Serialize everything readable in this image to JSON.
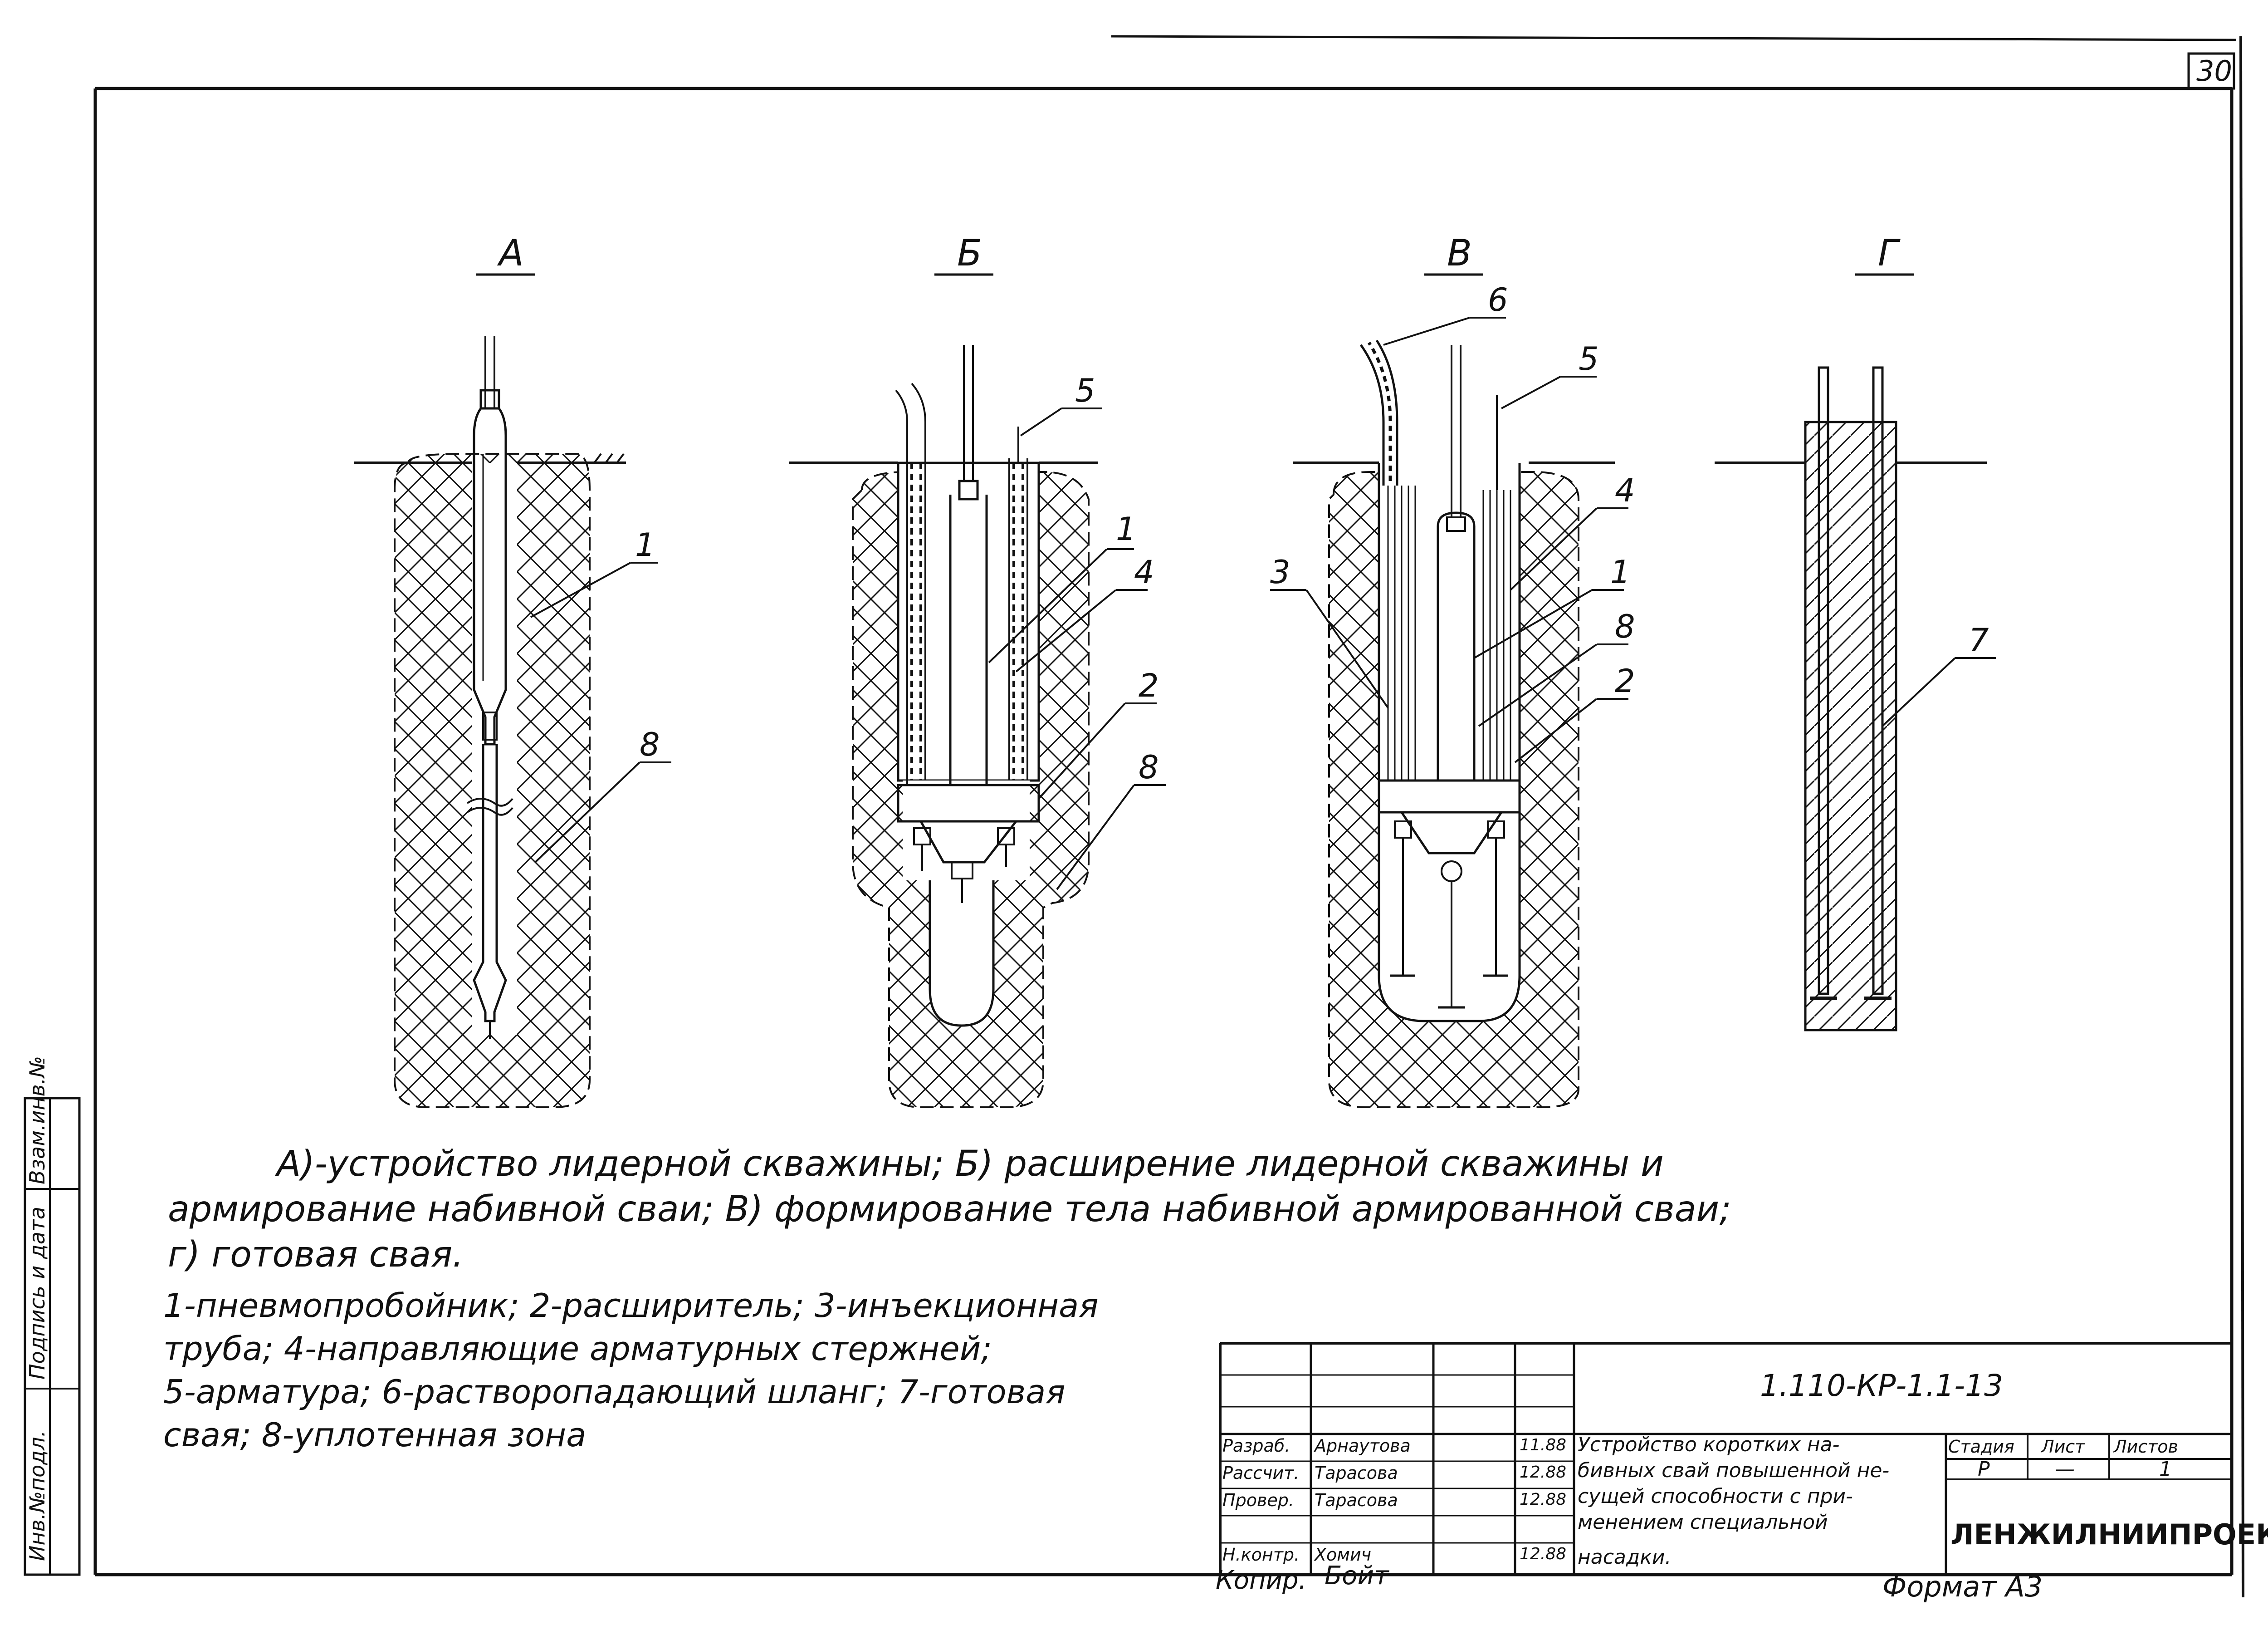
{
  "sheet_number": "30",
  "panels": [
    {
      "letter": "А",
      "labels": [
        "1",
        "8"
      ]
    },
    {
      "letter": "Б",
      "labels": [
        "5",
        "1",
        "4",
        "2",
        "8"
      ]
    },
    {
      "letter": "В",
      "labels": [
        "6",
        "5",
        "4",
        "3",
        "1",
        "8",
        "2"
      ]
    },
    {
      "letter": "Г",
      "labels": [
        "7"
      ]
    }
  ],
  "caption": {
    "line1": "А)-устройство лидерной   скважины;        Б)   расширение лидерной скважины и",
    "line2": "армирование набивной сваи;          В) формирование тела набивной армированной сваи;",
    "line3": "г) готовая свая.",
    "legend": [
      "1-пневмопробойник;  2-расширитель; 3-инъекционная",
      "труба; 4-направляющие арматурных стержней;",
      "5-арматура; 6-растворопадающий шланг; 7-готовая",
      "свая; 8-уплотенная зона"
    ]
  },
  "side_stamp": [
    "Инв.№подл.",
    "Подпись и дата",
    "Взам.инв.№"
  ],
  "title_block": {
    "doc_code": "1.110-КР-1.1-13",
    "rows": [
      {
        "role": "Разраб.",
        "name": "Арнаутова",
        "date": "11.88"
      },
      {
        "role": "Рассчит.",
        "name": "Тарасова",
        "date": "12.88"
      },
      {
        "role": "Провер.",
        "name": "Тарасова",
        "date": "12.88"
      },
      {
        "role": "Н.контр.",
        "name": "Хомич",
        "date": "12.88"
      }
    ],
    "title": [
      "Устройство коротких на-",
      "бивных свай повышенной не-",
      "сущей способности с при-",
      "менением специальной",
      "насадки."
    ],
    "stage_header": "Стадия",
    "sheet_header": "Лист",
    "sheets_header": "Листов",
    "stage": "Р",
    "sheet": "—",
    "sheets": "1",
    "org": "ЛЕНЖИЛНИИПРОЕКТ"
  },
  "footer": {
    "copy": "Копир.",
    "copy_sign": "Бойт",
    "format": "Формат А3"
  }
}
